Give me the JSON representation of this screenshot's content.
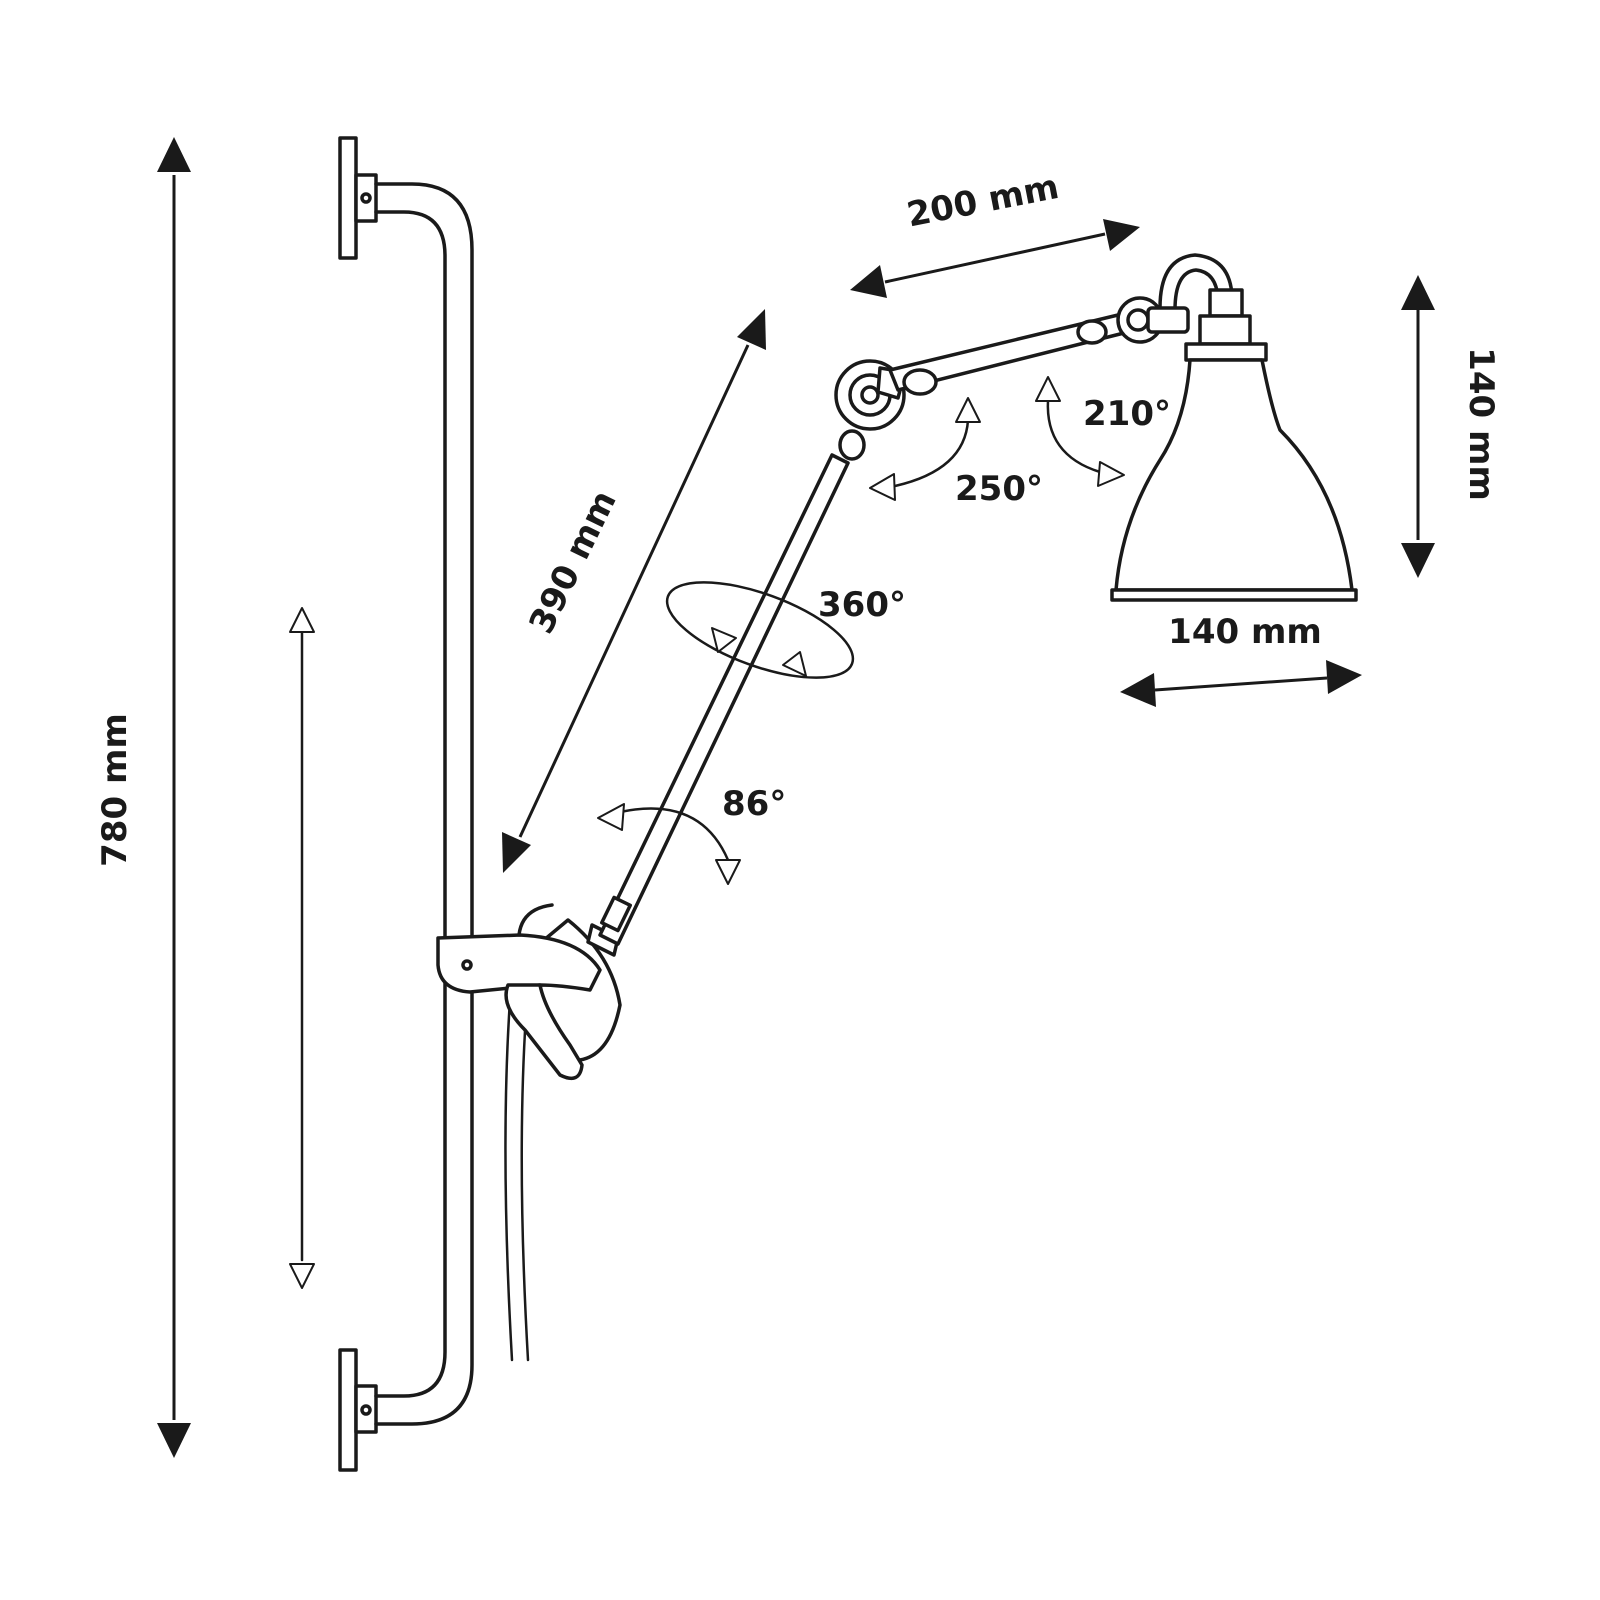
{
  "diagram": {
    "colors": {
      "ink": "#1a1a1a",
      "background": "#ffffff"
    },
    "labels": {
      "total_height": "780 mm",
      "lower_arm_length": "390 mm",
      "upper_arm_length": "200 mm",
      "shade_height": "140 mm",
      "shade_diameter": "140 mm",
      "rotation_base": "360°",
      "tilt_lower": "86°",
      "tilt_elbow": "250°",
      "tilt_shade": "210°"
    }
  }
}
